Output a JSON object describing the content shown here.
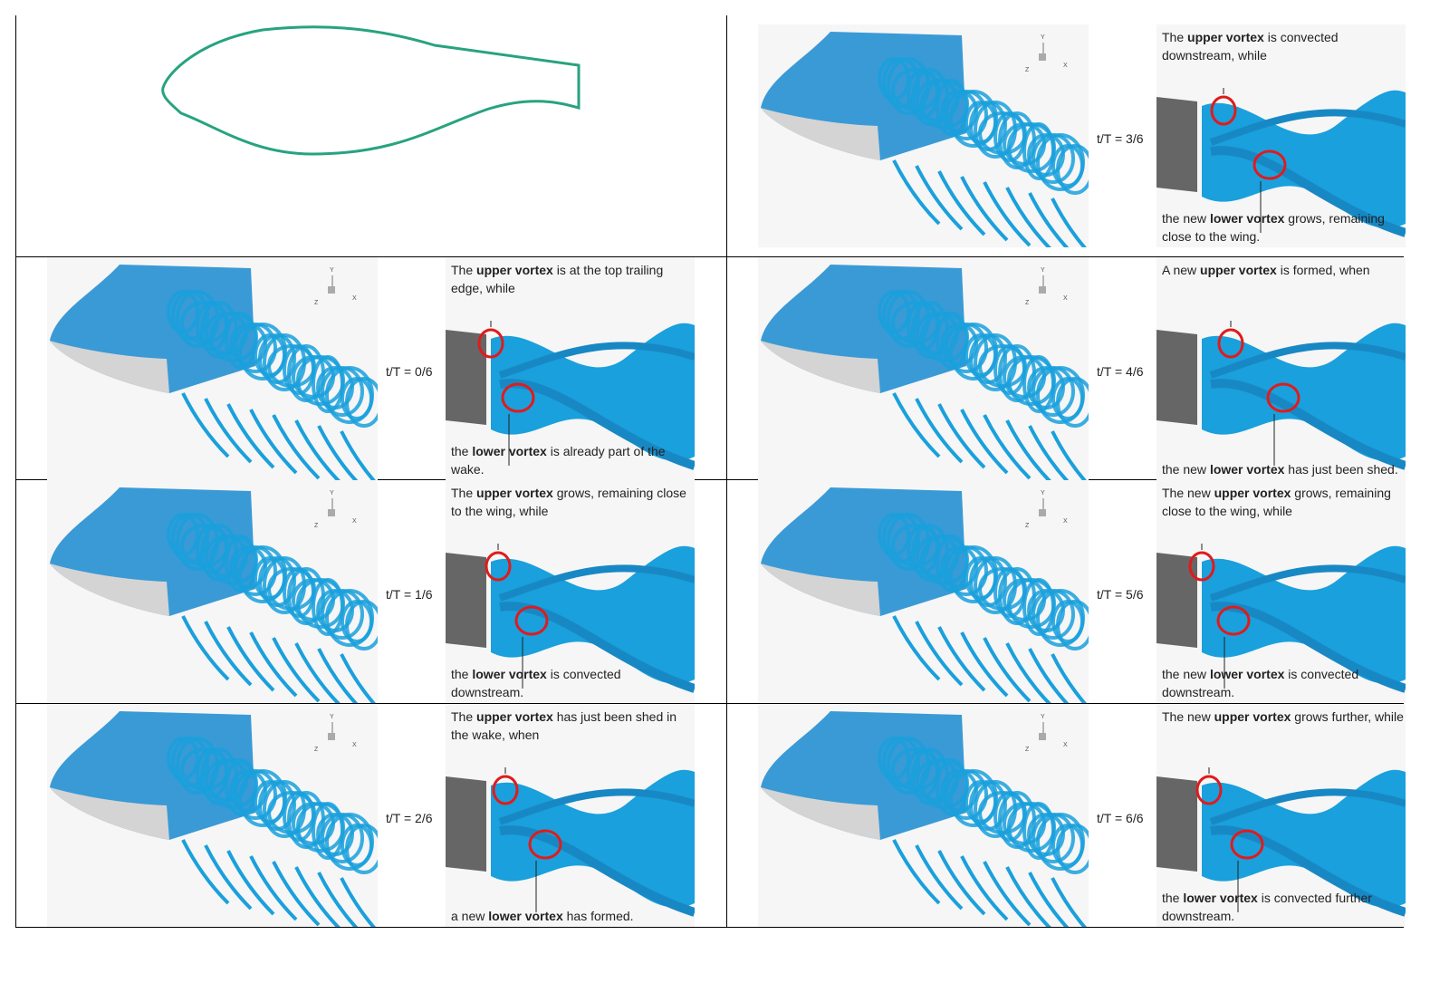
{
  "figure": {
    "profile_color": "#27a37f",
    "vortex_color": "#1aa0dc",
    "marker_color": "#e01b1b",
    "panels": [
      {
        "label": "t/T = 0/6",
        "col": 0,
        "row": 1,
        "top": {
          "pre": "The ",
          "bold": "upper vortex",
          "post": " is at the top trailing edge, while"
        },
        "bottom": {
          "pre": "the ",
          "bold": "lower vortex",
          "post": " is already part of the wake."
        }
      },
      {
        "label": "t/T = 1/6",
        "col": 0,
        "row": 2,
        "top": {
          "pre": "The ",
          "bold": "upper vortex",
          "post": " grows,  remaining close to the wing, while"
        },
        "bottom": {
          "pre": "the ",
          "bold": "lower vortex",
          "post": " is convected downstream."
        }
      },
      {
        "label": "t/T = 2/6",
        "col": 0,
        "row": 3,
        "top": {
          "pre": "The ",
          "bold": "upper vortex",
          "post": " has just been shed in the wake, when"
        },
        "bottom": {
          "pre": "a new ",
          "bold": "lower vortex",
          "post": " has formed."
        }
      },
      {
        "label": "t/T = 3/6",
        "col": 1,
        "row": 0,
        "top": {
          "pre": "The ",
          "bold": "upper vortex",
          "post": " is convected downstream, while"
        },
        "bottom": {
          "pre": "the new ",
          "bold": "lower vortex",
          "post": " grows, remaining close to the wing."
        }
      },
      {
        "label": "t/T = 4/6",
        "col": 1,
        "row": 1,
        "top": {
          "pre": "A new ",
          "bold": "upper vortex",
          "post": " is formed, when"
        },
        "bottom": {
          "pre": "the new ",
          "bold": "lower vortex",
          "post": " has just been shed."
        }
      },
      {
        "label": "t/T = 5/6",
        "col": 1,
        "row": 2,
        "top": {
          "pre": "The new ",
          "bold": "upper vortex",
          "post": " grows, remaining close to the wing, while"
        },
        "bottom": {
          "pre": "the new ",
          "bold": "lower vortex",
          "post": " is convected downstream."
        }
      },
      {
        "label": "t/T = 6/6",
        "col": 1,
        "row": 3,
        "top": {
          "pre": "The new ",
          "bold": "upper vortex",
          "post": " grows further, while"
        },
        "bottom": {
          "pre": "the ",
          "bold": "lower vortex",
          "post": " is convected further downstream."
        }
      }
    ]
  }
}
